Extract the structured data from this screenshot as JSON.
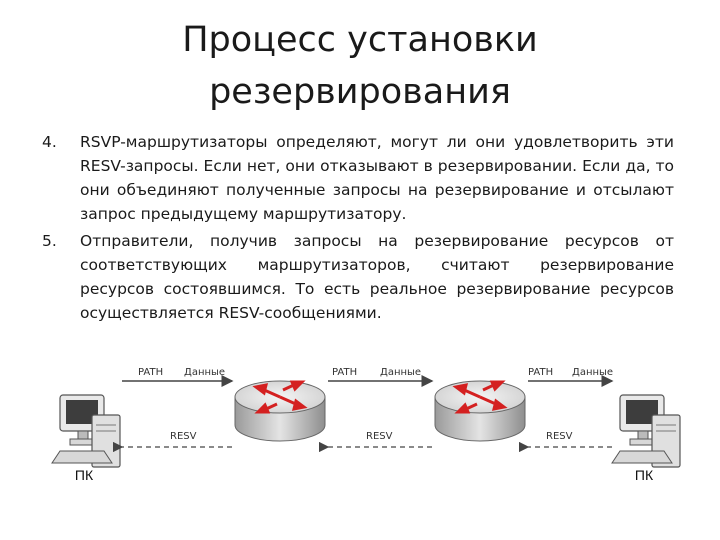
{
  "title": {
    "line1": "Процесс установки",
    "line2": "резервирования"
  },
  "items": [
    {
      "number": "4.",
      "text": "RSVP-маршрутизаторы определяют, могут ли они удовлетворить эти RESV-запросы. Если нет, они отказывают в резервировании. Если да, то они объединяют полученные запросы на резервирование и отсылают запрос предыдущему маршрутизатору."
    },
    {
      "number": "5.",
      "text": "Отправители, получив запросы на резервирование ресурсов от соответствующих маршрутизаторов, считают резервирование ресурсов состоявшимся. То есть реальное резервирование ресурсов осуществляется RESV-сообщениями."
    }
  ],
  "diagram": {
    "pc_label": "ПК",
    "path_label": "PATH",
    "data_label": "Данные",
    "resv_label": "RESV",
    "colors": {
      "router_arrow": "#d42020",
      "router_body": "#c8c8c8",
      "line": "#444444"
    }
  }
}
